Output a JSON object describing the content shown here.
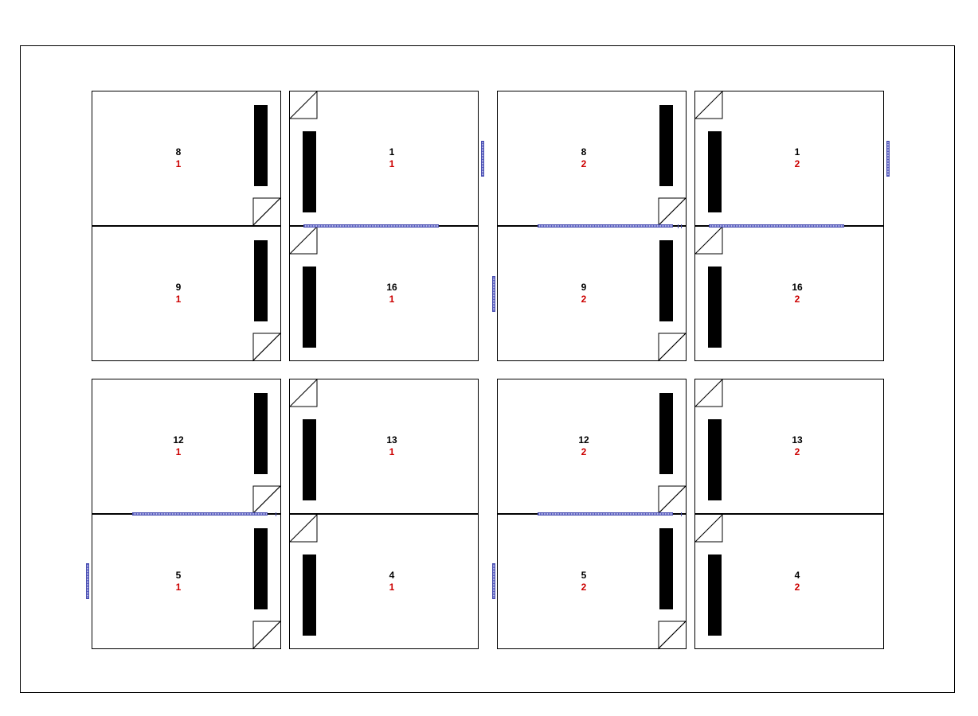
{
  "imposition": {
    "sheets": [
      {
        "copy": "1",
        "cells": [
          {
            "front": "8",
            "copy": "1",
            "orientation": "left"
          },
          {
            "front": "1",
            "copy": "1",
            "orientation": "right"
          },
          {
            "front": "9",
            "copy": "1",
            "orientation": "left"
          },
          {
            "front": "16",
            "copy": "1",
            "orientation": "right"
          }
        ]
      },
      {
        "copy": "2",
        "cells": [
          {
            "front": "8",
            "copy": "2",
            "orientation": "left"
          },
          {
            "front": "1",
            "copy": "2",
            "orientation": "right"
          },
          {
            "front": "9",
            "copy": "2",
            "orientation": "left"
          },
          {
            "front": "16",
            "copy": "2",
            "orientation": "right"
          }
        ]
      },
      {
        "copy": "1",
        "cells": [
          {
            "front": "12",
            "copy": "1",
            "orientation": "left"
          },
          {
            "front": "13",
            "copy": "1",
            "orientation": "right"
          },
          {
            "front": "5",
            "copy": "1",
            "orientation": "left"
          },
          {
            "front": "4",
            "copy": "1",
            "orientation": "right"
          }
        ]
      },
      {
        "copy": "2",
        "cells": [
          {
            "front": "12",
            "copy": "2",
            "orientation": "left"
          },
          {
            "front": "13",
            "copy": "2",
            "orientation": "right"
          },
          {
            "front": "5",
            "copy": "2",
            "orientation": "left"
          },
          {
            "front": "4",
            "copy": "2",
            "orientation": "right"
          }
        ]
      }
    ],
    "colors": {
      "primary_number": "#000000",
      "secondary_number": "#cc0000",
      "registration_mark": "#5a5fc4"
    }
  }
}
